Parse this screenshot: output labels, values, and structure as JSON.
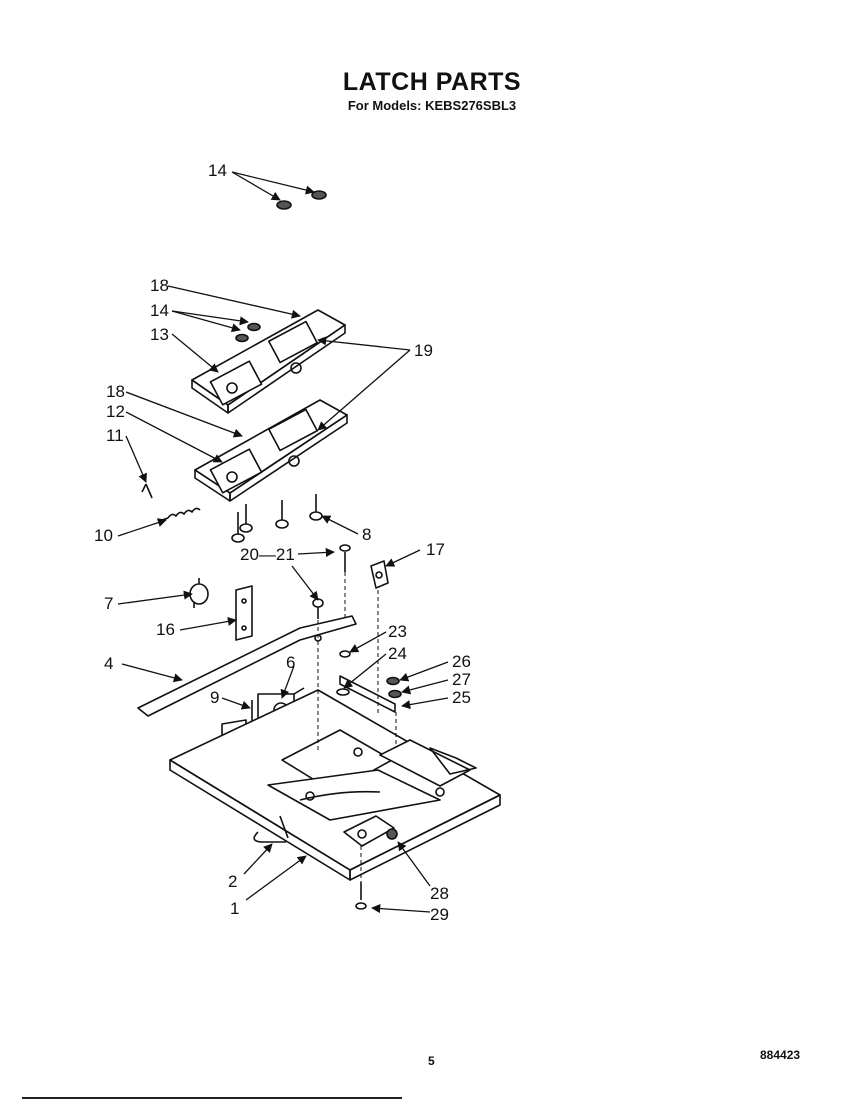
{
  "header": {
    "title": "LATCH PARTS",
    "subtitle": "For Models: KEBS276SBL3"
  },
  "callouts": [
    {
      "id": "c14a",
      "text": "14"
    },
    {
      "id": "c18a",
      "text": "18"
    },
    {
      "id": "c14b",
      "text": "14"
    },
    {
      "id": "c13",
      "text": "13"
    },
    {
      "id": "c19",
      "text": "19"
    },
    {
      "id": "c18b",
      "text": "18"
    },
    {
      "id": "c12",
      "text": "12"
    },
    {
      "id": "c11",
      "text": "11"
    },
    {
      "id": "c10",
      "text": "10"
    },
    {
      "id": "c8",
      "text": "8"
    },
    {
      "id": "c2021",
      "text": "20—21"
    },
    {
      "id": "c17",
      "text": "17"
    },
    {
      "id": "c7",
      "text": "7"
    },
    {
      "id": "c16",
      "text": "16"
    },
    {
      "id": "c23",
      "text": "23"
    },
    {
      "id": "c24",
      "text": "24"
    },
    {
      "id": "c4",
      "text": "4"
    },
    {
      "id": "c6",
      "text": "6"
    },
    {
      "id": "c26",
      "text": "26"
    },
    {
      "id": "c27",
      "text": "27"
    },
    {
      "id": "c25",
      "text": "25"
    },
    {
      "id": "c9",
      "text": "9"
    },
    {
      "id": "c2",
      "text": "2"
    },
    {
      "id": "c28",
      "text": "28"
    },
    {
      "id": "c1",
      "text": "1"
    },
    {
      "id": "c29",
      "text": "29"
    }
  ],
  "footer": {
    "page_number": "5",
    "document_number": "884423"
  }
}
